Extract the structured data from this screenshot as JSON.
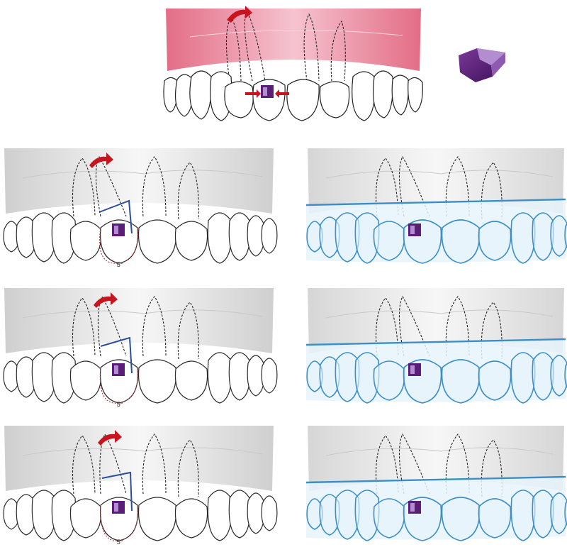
{
  "colors": {
    "gum_pink": "#e36d86",
    "gum_grey": "#dcdcdc",
    "tooth_fill": "#ffffff",
    "outline": "#2a2a2a",
    "arrow_red": "#c8141e",
    "attachment_purple": "#5a1e78",
    "aligner_blue": "#3b8fc6",
    "aligner_fill": "#e6f3fb",
    "active_blue": "#2b4f9c"
  },
  "icons": {
    "attachment_legend": "attachment-block-icon",
    "rotation_arrow": "curved-arrow-icon"
  },
  "panels": {
    "top": {
      "name": "overview"
    },
    "left": [
      {
        "label": "5°",
        "tip": 0
      },
      {
        "label": "5°",
        "tip": 1
      },
      {
        "label": "5°",
        "tip": 2
      }
    ],
    "right": [
      {
        "name": "aligner-stage-1"
      },
      {
        "name": "aligner-stage-2"
      },
      {
        "name": "aligner-stage-3"
      }
    ]
  }
}
